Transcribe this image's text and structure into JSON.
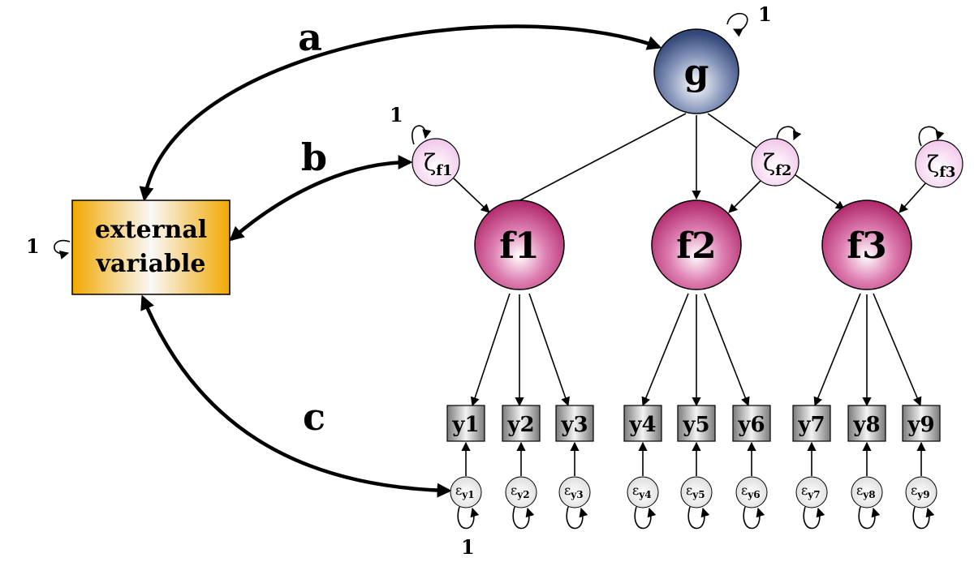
{
  "diagram": {
    "nodes": {
      "g": {
        "label": "g"
      },
      "external": {
        "line1": "external",
        "line2": "variable"
      },
      "factors": [
        {
          "id": "f1",
          "label": "f1"
        },
        {
          "id": "f2",
          "label": "f2"
        },
        {
          "id": "f3",
          "label": "f3"
        }
      ],
      "disturbances": [
        {
          "id": "zf1",
          "symbol": "ζ",
          "sub": "f1"
        },
        {
          "id": "zf2",
          "symbol": "ζ",
          "sub": "f2"
        },
        {
          "id": "zf3",
          "symbol": "ζ",
          "sub": "f3"
        }
      ],
      "indicators": [
        {
          "id": "y1",
          "label": "y1"
        },
        {
          "id": "y2",
          "label": "y2"
        },
        {
          "id": "y3",
          "label": "y3"
        },
        {
          "id": "y4",
          "label": "y4"
        },
        {
          "id": "y5",
          "label": "y5"
        },
        {
          "id": "y6",
          "label": "y6"
        },
        {
          "id": "y7",
          "label": "y7"
        },
        {
          "id": "y8",
          "label": "y8"
        },
        {
          "id": "y9",
          "label": "y9"
        }
      ],
      "errors": [
        {
          "id": "ey1",
          "symbol": "ε",
          "sub": "y1"
        },
        {
          "id": "ey2",
          "symbol": "ε",
          "sub": "y2"
        },
        {
          "id": "ey3",
          "symbol": "ε",
          "sub": "y3"
        },
        {
          "id": "ey4",
          "symbol": "ε",
          "sub": "y4"
        },
        {
          "id": "ey5",
          "symbol": "ε",
          "sub": "y5"
        },
        {
          "id": "ey6",
          "symbol": "ε",
          "sub": "y6"
        },
        {
          "id": "ey7",
          "symbol": "ε",
          "sub": "y7"
        },
        {
          "id": "ey8",
          "symbol": "ε",
          "sub": "y8"
        },
        {
          "id": "ey9",
          "symbol": "ε",
          "sub": "y9"
        }
      ]
    },
    "path_labels": {
      "a": "a",
      "b": "b",
      "c": "c"
    },
    "variance_labels": {
      "g": "1",
      "external": "1",
      "zf1": "1",
      "ey1": "1"
    },
    "colors": {
      "g_fill": "#4a6191",
      "factor_fill": "#c2397e",
      "disturbance_fill": "#f6d4ef",
      "error_fill": "#e9e9e9",
      "indicator_fill": "#9a9a9a",
      "external_fill": "#f4b400",
      "line": "#000000"
    }
  }
}
